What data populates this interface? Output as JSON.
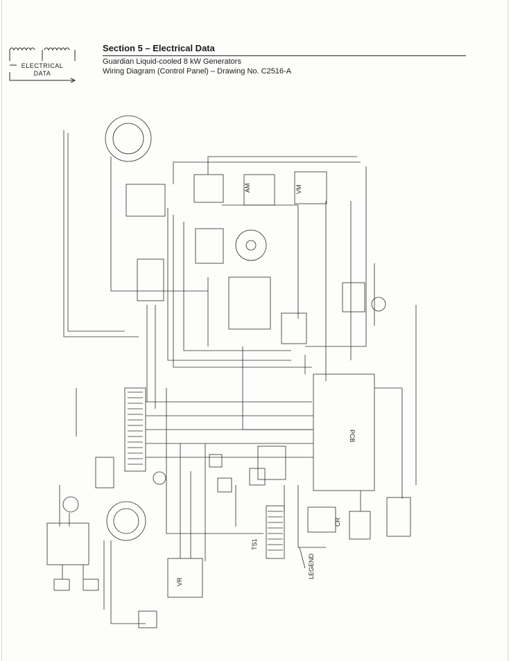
{
  "header": {
    "logo_line1": "ELECTRICAL",
    "logo_line2": "DATA",
    "section_title": "Section 5 – Electrical Data",
    "subtitle_line1": "Guardian Liquid-cooled 8 kW Generators",
    "subtitle_line2": "Wiring Diagram (Control Panel) – Drawing No. C2516-A"
  },
  "diagram": {
    "labels": {
      "pcb": "PCB",
      "legend": "LEGEND",
      "ts1": "TS1",
      "vr": "VR",
      "cr": "CR",
      "am": "AM",
      "vm": "VM"
    }
  }
}
